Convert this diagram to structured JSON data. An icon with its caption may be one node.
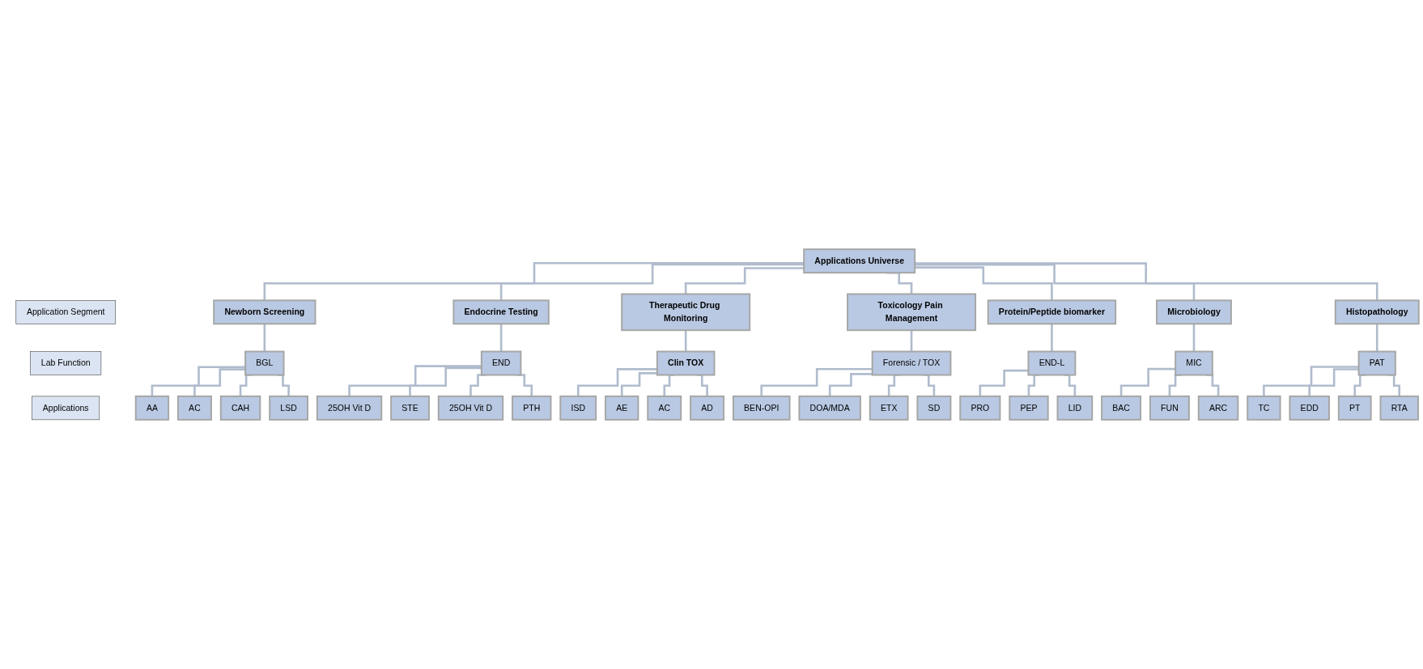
{
  "diagram": {
    "nodes": [
      {
        "text": [
          "Applications Universe"
        ]
      },
      {
        "text": [
          "Newborn Screening"
        ]
      },
      {
        "text": [
          "Endocrine Testing"
        ]
      },
      {
        "text": [
          "Therapeutic Drug Monitoring"
        ]
      },
      {
        "text": [
          "Toxicology Pain Management"
        ]
      },
      {
        "text": [
          "Protein/Peptide biomarker"
        ]
      },
      {
        "text": [
          "Microbiology"
        ]
      },
      {
        "text": [
          "Histopathology"
        ]
      },
      {
        "text": [
          "BGL"
        ]
      },
      {
        "text": [
          "END"
        ]
      },
      {
        "text": [
          "Clin TOX"
        ]
      },
      {
        "text": [
          "Forensic / TOX"
        ]
      },
      {
        "text": [
          "END-L"
        ]
      },
      {
        "text": [
          "MIC"
        ]
      },
      {
        "text": [
          "PAT"
        ]
      },
      {
        "text": [
          "AA"
        ]
      },
      {
        "text": [
          "AC"
        ]
      },
      {
        "text": [
          "CAH"
        ]
      },
      {
        "text": [
          "LSD"
        ]
      },
      {
        "text": [
          "25OH Vit D"
        ]
      },
      {
        "text": [
          "STE"
        ]
      },
      {
        "text": [
          "25OH Vit D"
        ]
      },
      {
        "text": [
          "PTH"
        ]
      },
      {
        "text": [
          "ISD"
        ]
      },
      {
        "text": [
          "AE"
        ]
      },
      {
        "text": [
          "AC"
        ]
      },
      {
        "text": [
          "AD"
        ]
      },
      {
        "text": [
          "BEN-OPI"
        ]
      },
      {
        "text": [
          "DOA/MDA"
        ]
      },
      {
        "text": [
          "ETX"
        ]
      },
      {
        "text": [
          "SD"
        ]
      },
      {
        "text": [
          "PRO"
        ]
      },
      {
        "text": [
          "PEP"
        ]
      },
      {
        "text": [
          "LID"
        ]
      },
      {
        "text": [
          "BAC"
        ]
      },
      {
        "text": [
          "FUN"
        ]
      },
      {
        "text": [
          "ARC"
        ]
      },
      {
        "text": [
          "TC"
        ]
      },
      {
        "text": [
          "EDD"
        ]
      },
      {
        "text": [
          "PT"
        ]
      },
      {
        "text": [
          "RTA"
        ]
      },
      {
        "text": [
          "Application Segment"
        ]
      },
      {
        "text": [
          "Lab Function"
        ]
      },
      {
        "text": [
          "Applications"
        ]
      }
    ],
    "edges": [
      {
        "from": 0,
        "to": 1,
        "arrow": "none"
      },
      {
        "from": 0,
        "to": 2,
        "arrow": "none"
      },
      {
        "from": 0,
        "to": 3,
        "arrow": "none"
      },
      {
        "from": 0,
        "to": 4,
        "arrow": "none"
      },
      {
        "from": 0,
        "to": 5,
        "arrow": "none"
      },
      {
        "from": 0,
        "to": 6,
        "arrow": "none"
      },
      {
        "from": 0,
        "to": 7,
        "arrow": "none"
      },
      {
        "from": 1,
        "to": 8,
        "arrow": "none"
      },
      {
        "from": 2,
        "to": 9,
        "arrow": "none"
      },
      {
        "from": 3,
        "to": 10,
        "arrow": "none"
      },
      {
        "from": 4,
        "to": 11,
        "arrow": "none"
      },
      {
        "from": 5,
        "to": 12,
        "arrow": "none"
      },
      {
        "from": 6,
        "to": 13,
        "arrow": "none"
      },
      {
        "from": 7,
        "to": 14,
        "arrow": "none"
      },
      {
        "from": 8,
        "to": 15,
        "arrow": "none"
      },
      {
        "from": 8,
        "to": 16,
        "arrow": "none"
      },
      {
        "from": 8,
        "to": 17,
        "arrow": "none"
      },
      {
        "from": 8,
        "to": 18,
        "arrow": "none"
      },
      {
        "from": 9,
        "to": 19,
        "arrow": "none"
      },
      {
        "from": 9,
        "to": 20,
        "arrow": "none"
      },
      {
        "from": 9,
        "to": 21,
        "arrow": "none"
      },
      {
        "from": 9,
        "to": 22,
        "arrow": "none"
      },
      {
        "from": 10,
        "to": 23,
        "arrow": "none"
      },
      {
        "from": 10,
        "to": 24,
        "arrow": "none"
      },
      {
        "from": 10,
        "to": 25,
        "arrow": "none"
      },
      {
        "from": 10,
        "to": 26,
        "arrow": "none"
      },
      {
        "from": 11,
        "to": 27,
        "arrow": "none"
      },
      {
        "from": 11,
        "to": 28,
        "arrow": "none"
      },
      {
        "from": 11,
        "to": 29,
        "arrow": "none"
      },
      {
        "from": 11,
        "to": 30,
        "arrow": "none"
      },
      {
        "from": 12,
        "to": 31,
        "arrow": "none"
      },
      {
        "from": 12,
        "to": 32,
        "arrow": "none"
      },
      {
        "from": 12,
        "to": 33,
        "arrow": "none"
      },
      {
        "from": 13,
        "to": 34,
        "arrow": "none"
      },
      {
        "from": 13,
        "to": 35,
        "arrow": "none"
      },
      {
        "from": 13,
        "to": 36,
        "arrow": "none"
      },
      {
        "from": 14,
        "to": 37,
        "arrow": "none"
      },
      {
        "from": 14,
        "to": 38,
        "arrow": "none"
      },
      {
        "from": 14,
        "to": 39,
        "arrow": "none"
      },
      {
        "from": 14,
        "to": 40,
        "arrow": "none"
      }
    ]
  }
}
